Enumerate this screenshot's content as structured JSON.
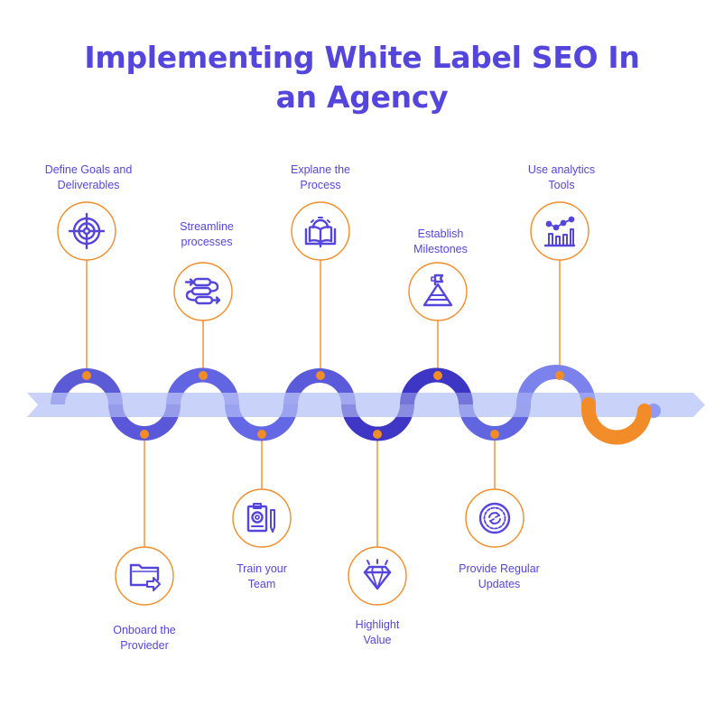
{
  "title": {
    "line1": "Implementing White Label SEO In",
    "line2": "an Agency"
  },
  "colors": {
    "title": "#5446dc",
    "accent_orange": "#f28c28",
    "ribbon": "#c9d3fa",
    "icon": "#5446dc"
  },
  "steps": [
    {
      "index": 1,
      "position": "top",
      "label_line1": "Define Goals and",
      "label_line2": "Deliverables",
      "icon": "target-icon"
    },
    {
      "index": 2,
      "position": "bottom",
      "label_line1": "Onboard the",
      "label_line2": "Provieder",
      "icon": "folder-arrow-icon"
    },
    {
      "index": 3,
      "position": "top",
      "label_line1": "Streamline",
      "label_line2": "processes",
      "icon": "process-flow-icon"
    },
    {
      "index": 4,
      "position": "bottom",
      "label_line1": "Train your",
      "label_line2": "Team",
      "icon": "clipboard-gear-pencil-icon"
    },
    {
      "index": 5,
      "position": "top",
      "label_line1": "Explane the",
      "label_line2": "Process",
      "icon": "gear-book-icon"
    },
    {
      "index": 6,
      "position": "bottom",
      "label_line1": "Highlight",
      "label_line2": "Value",
      "icon": "diamond-icon"
    },
    {
      "index": 7,
      "position": "top",
      "label_line1": "Establish",
      "label_line2": "Milestones",
      "icon": "flag-mountain-icon"
    },
    {
      "index": 8,
      "position": "bottom",
      "label_line1": "Provide Regular",
      "label_line2": "Updates",
      "icon": "refresh-dial-icon"
    },
    {
      "index": 9,
      "position": "top",
      "label_line1": "Use analytics",
      "label_line2": "Tools",
      "icon": "analytics-chart-icon"
    }
  ]
}
